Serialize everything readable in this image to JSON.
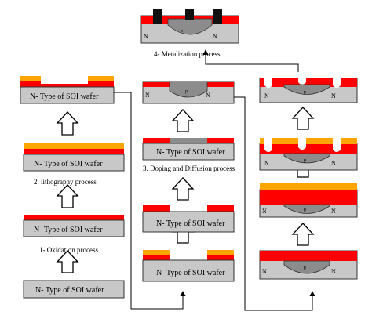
{
  "colors": {
    "wafer": "#c8c8c8",
    "oxide": "#ff0000",
    "resist": "#ffa500",
    "doped": "#8c8c8c",
    "metal": "#111111",
    "outline": "#333333",
    "line": "#000000"
  },
  "labels": {
    "wafer": "N- Type of SOI wafer",
    "n": "N",
    "p": "p"
  },
  "steps": {
    "s1": "1- Oxidation process",
    "s2": "2. lithography process",
    "s3": "3. Doping and Diffusion process",
    "s4": "4- Metalization process"
  }
}
